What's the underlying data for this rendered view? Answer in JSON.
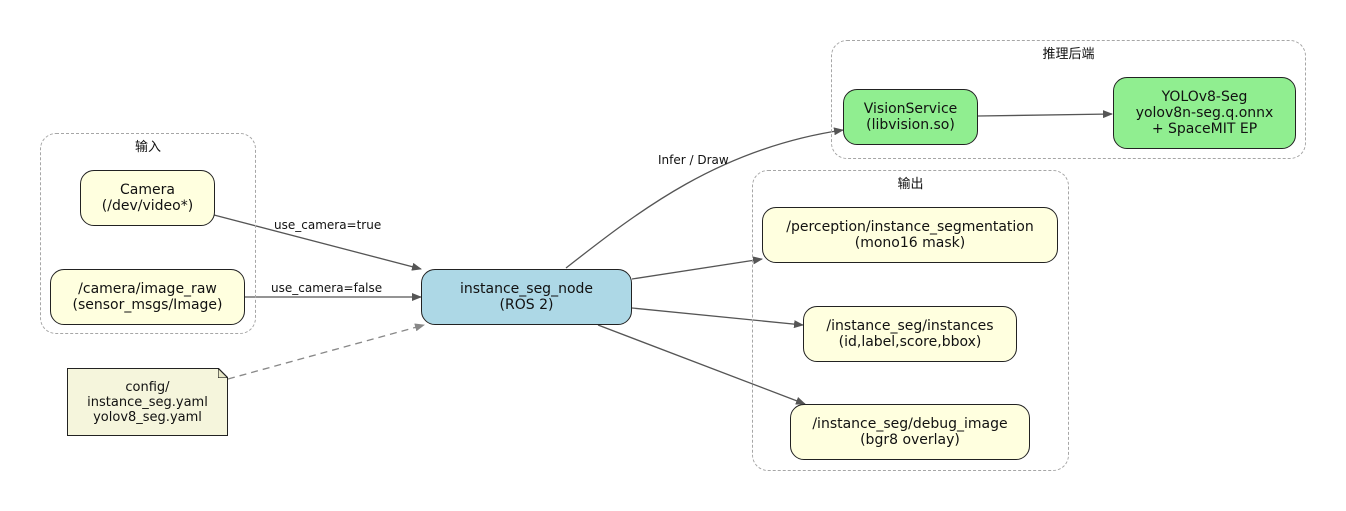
{
  "clusters": {
    "input": "输入",
    "output": "输出",
    "backend": "推理后端"
  },
  "nodes": {
    "camera": [
      "Camera",
      "(/dev/video*)"
    ],
    "image_raw": [
      "/camera/image_raw",
      "(sensor_msgs/Image)"
    ],
    "config": [
      "config/",
      "instance_seg.yaml",
      "yolov8_seg.yaml"
    ],
    "instance_seg_node": [
      "instance_seg_node",
      "(ROS 2)"
    ],
    "vision_service": [
      "VisionService",
      "(libvision.so)"
    ],
    "yolo": [
      "YOLOv8-Seg",
      "yolov8n-seg.q.onnx",
      "+ SpaceMIT EP"
    ],
    "instance_segmentation": [
      "/perception/instance_segmentation",
      "(mono16 mask)"
    ],
    "instances": [
      "/instance_seg/instances",
      "(id,label,score,bbox)"
    ],
    "debug_image": [
      "/instance_seg/debug_image",
      "(bgr8 overlay)"
    ]
  },
  "edges": {
    "use_camera_true": "use_camera=true",
    "use_camera_false": "use_camera=false",
    "infer_draw": "Infer / Draw"
  },
  "colors": {
    "topic_fill": "#ffffdf",
    "node_fill": "#add8e6",
    "backend_fill": "#90ee90",
    "config_fill": "#f5f5dc",
    "edge": "#555555"
  }
}
